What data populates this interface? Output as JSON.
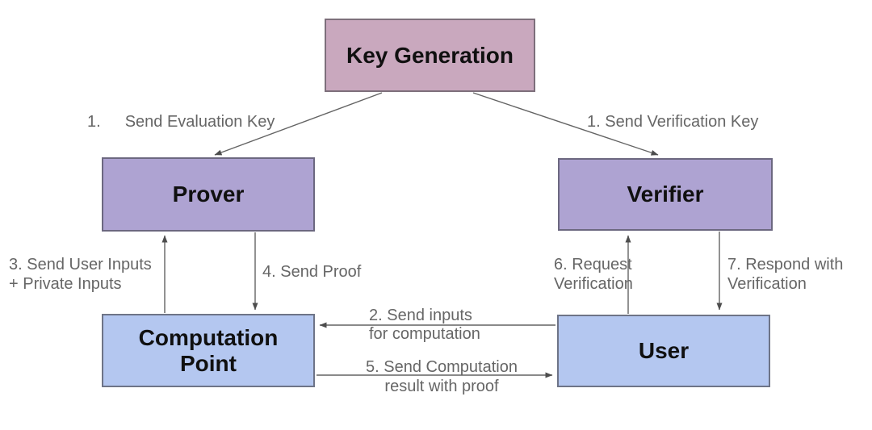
{
  "diagram": {
    "type": "flow-diagram",
    "topic": "Verifiable computation / proof system protocol",
    "colors": {
      "background": "#ffffff",
      "arrow_line": "#646464",
      "arrowhead": "#4d4d4d",
      "edge_label_text": "#666666",
      "node_label_text": "#101010",
      "key_generation_fill": "#c9a8be",
      "key_generation_border": "#7d6f7b",
      "prover_verifier_fill": "#aea3d2",
      "prover_verifier_border": "#6c6880",
      "computation_user_fill": "#b4c7f0",
      "computation_user_border": "#6e7487"
    },
    "nodes": {
      "key_generation": {
        "label": "Key Generation",
        "fill": "#c9a8be",
        "border": "#7d6f7b"
      },
      "prover": {
        "label": "Prover",
        "fill": "#aea3d2",
        "border": "#6c6880"
      },
      "verifier": {
        "label": "Verifier",
        "fill": "#aea3d2",
        "border": "#6c6880"
      },
      "computation_point": {
        "label": "Computation Point",
        "fill": "#b4c7f0",
        "border": "#6e7487"
      },
      "user": {
        "label": "User",
        "fill": "#b4c7f0",
        "border": "#6e7487"
      }
    },
    "edges": {
      "send_evaluation_key": {
        "from": "key_generation",
        "to": "prover",
        "num": "1.",
        "text": "Send Evaluation Key"
      },
      "send_verification_key": {
        "from": "key_generation",
        "to": "verifier",
        "text": "1. Send Verification Key"
      },
      "send_inputs": {
        "from": "user",
        "to": "computation_point",
        "line1": "2. Send inputs",
        "line2": "for computation"
      },
      "send_user_inputs": {
        "from": "computation_point",
        "to": "prover",
        "line1": "3. Send User Inputs",
        "line2": "+ Private Inputs"
      },
      "send_proof": {
        "from": "prover",
        "to": "computation_point",
        "text": "4. Send Proof"
      },
      "send_result": {
        "from": "computation_point",
        "to": "user",
        "line1": "5. Send Computation",
        "line2": "result with proof"
      },
      "request_verification": {
        "from": "user",
        "to": "verifier",
        "line1": "6. Request",
        "line2": "Verification"
      },
      "respond_verification": {
        "from": "verifier",
        "to": "user",
        "line1": "7. Respond with",
        "line2": "Verification"
      }
    }
  }
}
